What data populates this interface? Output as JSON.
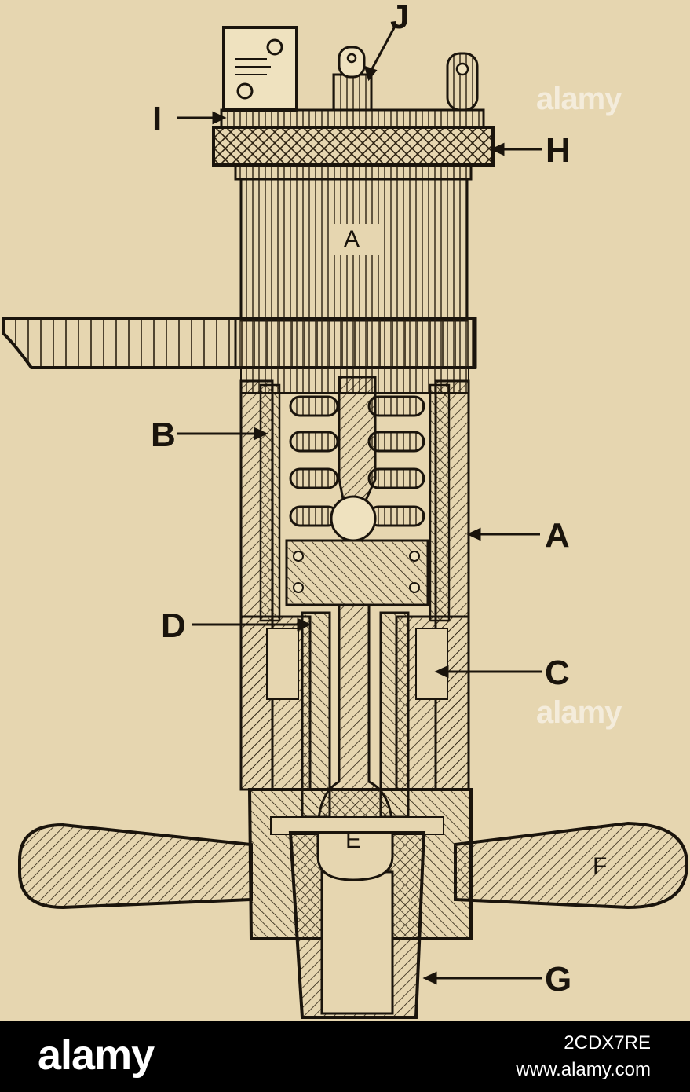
{
  "labels": {
    "A_top": "A",
    "A_side": "A",
    "B": "B",
    "C": "C",
    "D": "D",
    "E": "E",
    "F": "F",
    "G": "G",
    "H": "H",
    "I": "I",
    "J": "J"
  },
  "watermark": {
    "text": "alamy"
  },
  "footer": {
    "logo": "alamy",
    "image_id": "2CDX7RE",
    "url": "www.alamy.com"
  }
}
